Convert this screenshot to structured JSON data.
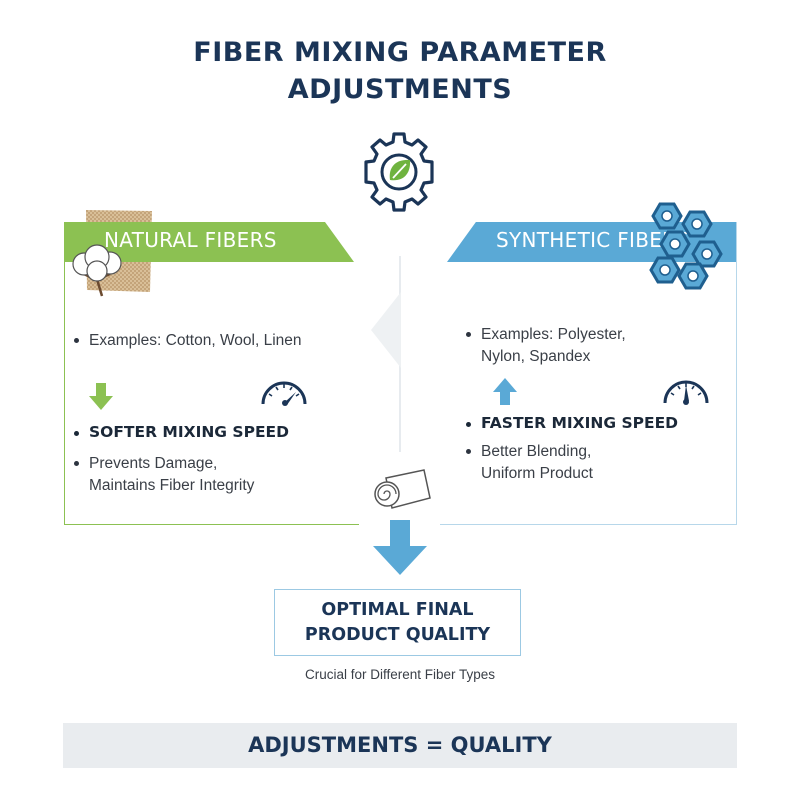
{
  "title": {
    "line1": "FIBER MIXING PARAMETER",
    "line2": "ADJUSTMENTS"
  },
  "natural": {
    "heading": "NATURAL FIBERS",
    "examples": "Examples: Cotton, Wool, Linen",
    "speed": "SOFTER MIXING SPEED",
    "benefit_line1": "Prevents Damage,",
    "benefit_line2": "Maintains Fiber Integrity",
    "accent_color": "#8cc152",
    "icons": [
      "cotton-icon",
      "burlap-icon",
      "arrow-down-icon",
      "gauge-low-icon"
    ]
  },
  "synthetic": {
    "heading": "SYNTHETIC FIBERS",
    "examples_line1": "Examples: Polyester,",
    "examples_line2": "Nylon, Spandex",
    "speed": "FASTER MIXING SPEED",
    "benefit_line1": "Better Blending,",
    "benefit_line2": "Uniform Product",
    "accent_color": "#5aa9d6",
    "icons": [
      "chain-icon",
      "arrow-up-icon",
      "gauge-high-icon"
    ]
  },
  "result": {
    "line1": "OPTIMAL FINAL",
    "line2": "PRODUCT QUALITY",
    "caption": "Crucial for Different Fiber Types"
  },
  "footer": "ADJUSTMENTS = QUALITY",
  "colors": {
    "title": "#1b3557",
    "green": "#8cc152",
    "blue": "#5aa9d6",
    "footer_bg": "#e9ecef"
  }
}
